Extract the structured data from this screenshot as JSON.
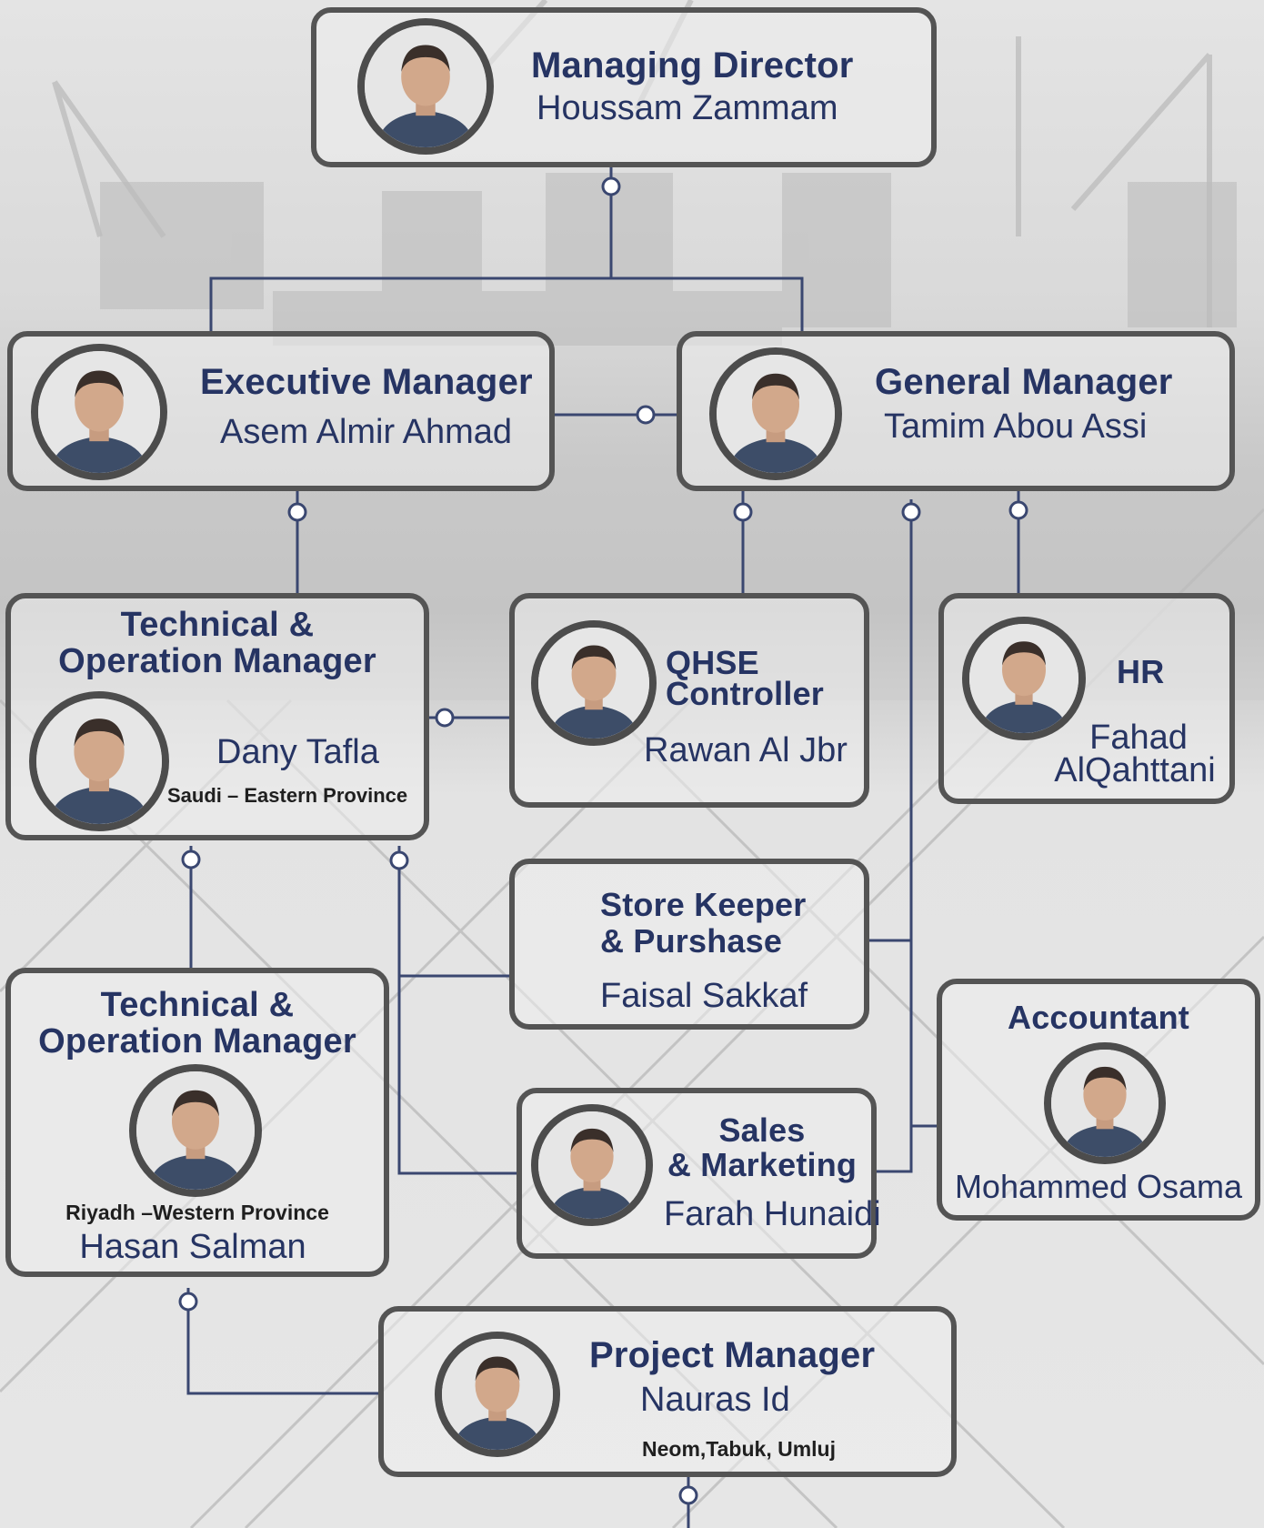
{
  "nodes": {
    "managing_director": {
      "title": "Managing Director",
      "name": "Houssam Zammam"
    },
    "executive_manager": {
      "title": "Executive Manager",
      "name": "Asem Almir Ahmad"
    },
    "general_manager": {
      "title": "General Manager",
      "name": "Tamim Abou Assi"
    },
    "tech_ops_east": {
      "title_line1": "Technical &",
      "title_line2": "Operation Manager",
      "name": "Dany Tafla",
      "location": "Saudi – Eastern Province"
    },
    "qhse": {
      "title_line1": "QHSE",
      "title_line2": "Controller",
      "name": "Rawan Al Jbr"
    },
    "hr": {
      "title": "HR",
      "name_line1": "Fahad",
      "name_line2": "AlQahttani"
    },
    "store_keeper": {
      "title_line1": "Store Keeper",
      "title_line2": "& Purshase",
      "name": "Faisal Sakkaf"
    },
    "tech_ops_west": {
      "title_line1": "Technical &",
      "title_line2": "Operation Manager",
      "location": "Riyadh –Western Province",
      "name": "Hasan Salman"
    },
    "sales": {
      "title_line1": "Sales",
      "title_line2": "& Marketing",
      "name": "Farah Hunaidi"
    },
    "accountant": {
      "title": "Accountant",
      "name": "Mohammed Osama"
    },
    "project_manager": {
      "title": "Project Manager",
      "name": "Nauras Id",
      "location": "Neom,Tabuk, Umluj"
    }
  },
  "colors": {
    "title_text": "#263463",
    "connector": "#3a4770",
    "box_border": "#545454",
    "location_text": "#1f1f1f"
  },
  "icons": {
    "photo": "person-photo-icon",
    "connector_dot": "connector-node-icon"
  }
}
